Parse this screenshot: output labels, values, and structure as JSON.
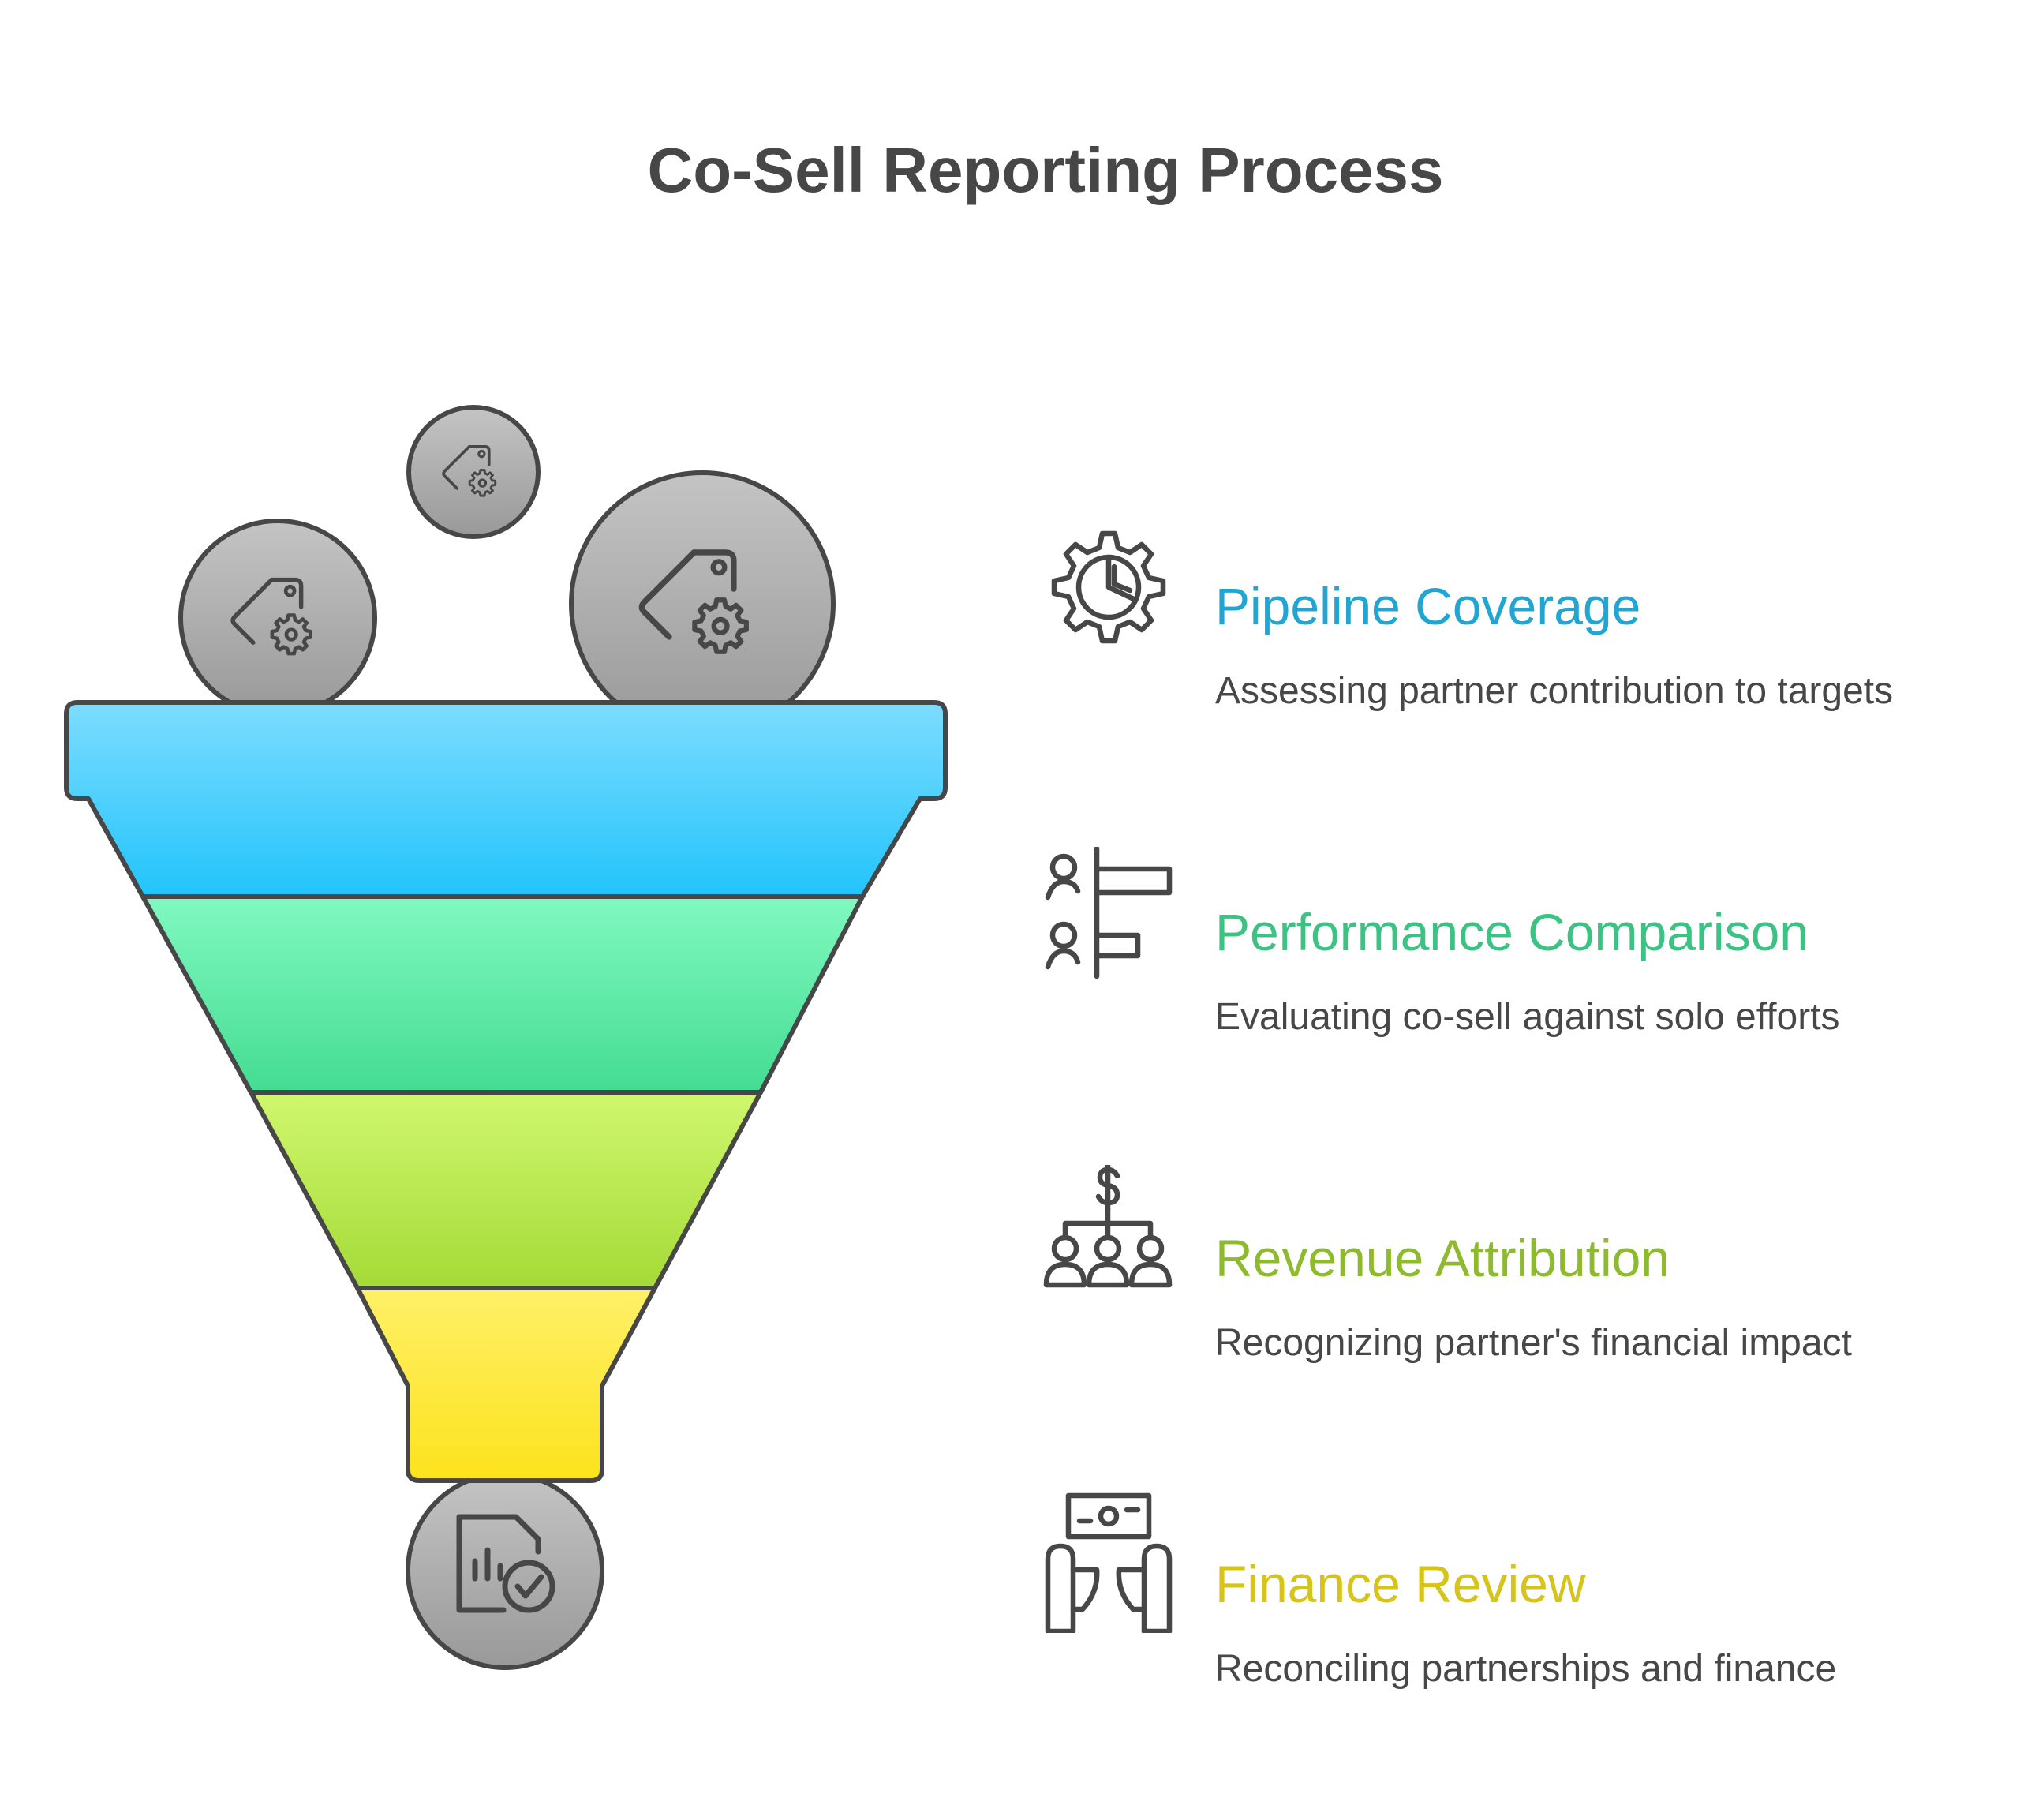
{
  "title": "Co-Sell Reporting Process",
  "colors": {
    "outline": "#474747",
    "coin_fill": "#a8a8a8",
    "layer1": [
      "#7ddcff",
      "#22c4fb"
    ],
    "layer2": [
      "#80f9c0",
      "#44dc92"
    ],
    "layer3": [
      "#d0f76e",
      "#a4db37"
    ],
    "layer4": [
      "#fff068",
      "#fce31c"
    ]
  },
  "steps": [
    {
      "heading": "Pipeline Coverage",
      "description": "Assessing partner contribution to targets",
      "color": "#21a6d3",
      "icon": "gear-pie-chart-icon"
    },
    {
      "heading": "Performance Comparison",
      "description": "Evaluating co-sell against solo efforts",
      "color": "#3cc282",
      "icon": "people-bar-chart-icon"
    },
    {
      "heading": "Revenue Attribution",
      "description": "Recognizing partner's financial impact",
      "color": "#8dbb2d",
      "icon": "dollar-people-hierarchy-icon"
    },
    {
      "heading": "Finance Review",
      "description": "Reconciling partnerships and finance",
      "color": "#d7c418",
      "icon": "money-handshake-icon"
    }
  ],
  "funnel": {
    "input_icons": [
      "price-tag-gear-icon",
      "price-tag-gear-icon",
      "price-tag-gear-icon"
    ],
    "output_icon": "report-checkmark-icon"
  }
}
